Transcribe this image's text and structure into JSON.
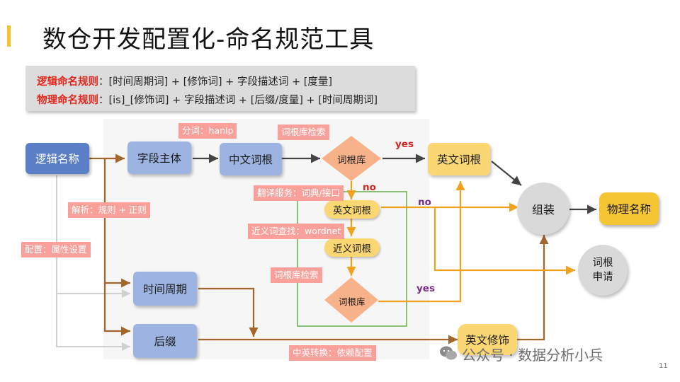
{
  "title": "数仓开发配置化-命名规范工具",
  "rules": {
    "logical_label": "逻辑命名规则",
    "logical_text": "：[时间周期词] + [修饰词] + 字段描述词 + [度量]",
    "physical_label": "物理命名规则",
    "physical_text": "：[is]_[修饰词] + 字段描述词 + [后缀/度量] + [时间周期词]"
  },
  "nodes": {
    "logical_name": "逻辑名称",
    "field_subject": "字段主体",
    "cn_root": "中文词根",
    "root_lib_1": "词根库",
    "en_root_main": "英文词根",
    "assemble": "组装",
    "physical_name": "物理名称",
    "en_root_pill": "英文词根",
    "synonym_root": "近义词根",
    "root_lib_2": "词根库",
    "root_apply": "词根\n申请",
    "time_period": "时间周期",
    "suffix": "后缀",
    "en_modifier": "英文修饰"
  },
  "tags": {
    "segment": "分词：hanlp",
    "root_search_1": "词根库检索",
    "parse": "解析：规则 + 正则",
    "config": "配置：属性设置",
    "translate": "翻译服务：词典/接口",
    "synonym_search": "近义词查找：wordnet",
    "root_search_2": "词根库检索",
    "cn_en_convert": "中英转换：依赖配置"
  },
  "edge_labels": {
    "yes_top": "yes",
    "no_mid": "no",
    "no_right": "no",
    "yes_bottom": "yes"
  },
  "colors": {
    "arrow_brown": "#a2652b",
    "arrow_orange": "#f0a21e",
    "arrow_dark": "#444444",
    "arrow_light": "#d0d0d0",
    "green_box": "#66b04a"
  },
  "watermark": "公众号 · 数据分析小兵",
  "page_number": "11"
}
